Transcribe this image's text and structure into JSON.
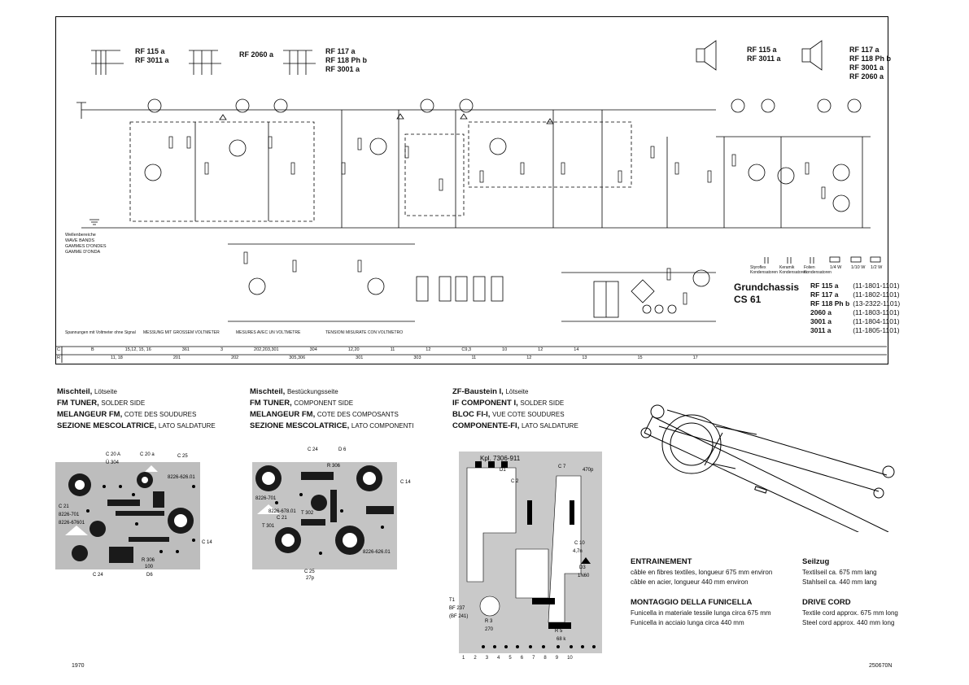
{
  "schematic": {
    "top_models_a": [
      "RF 115 a",
      "RF 3011 a"
    ],
    "top_models_b": [
      "RF 2060 a"
    ],
    "top_models_c": [
      "RF 117 a",
      "RF 118 Ph b",
      "RF 3001 a"
    ],
    "speaker_models_a": [
      "RF 115 a",
      "RF 3011 a"
    ],
    "speaker_models_b": [
      "RF 117 a",
      "RF 118 Ph b",
      "RF 3001 a",
      "RF 2060 a"
    ],
    "chassis_title": [
      "Grundchassis",
      "CS 61"
    ],
    "chassis_rows": [
      {
        "model": "RF 115 a",
        "code": "(11-1801-1101)"
      },
      {
        "model": "RF 117 a",
        "code": "(11-1802-1101)"
      },
      {
        "model": "RF 118 Ph b",
        "code": "(13-2322-1101)"
      },
      {
        "model": "2060 a",
        "code": "(11-1803-1101)"
      },
      {
        "model": "3001 a",
        "code": "(11-1804-1101)"
      },
      {
        "model": "3011 a",
        "code": "(11-1805-1101)"
      }
    ],
    "legend_labels": [
      "Styroflex Kondensatoren",
      "Keramik Kondensatoren",
      "Folien Kondensatoren",
      "1/4 W",
      "1/10 W",
      "1/2 W"
    ],
    "band_labels": [
      "Wellenbereiche",
      "WAVE BANDS",
      "GAMMES D'ONDES",
      "GAMME D'ONDA"
    ],
    "measure_notes": [
      "Spannungen mit Voltmeter ohne Signal",
      "MESSUNG MIT GROSSEM VOLTMETER",
      "MESURES AVEC UN VOLTMETRE",
      "TENSIONI MISURATE CON VOLTMETRO"
    ],
    "grid_row1": [
      "C",
      "B",
      "15,12, 15, 16",
      "361",
      "3",
      "202,203,301",
      "304",
      "12,20",
      "11",
      "12",
      "C9,3",
      "10",
      "12",
      "14"
    ],
    "grid_row2": [
      "R",
      "11, 18",
      "201",
      "202",
      "305,306",
      "301",
      "303",
      "11",
      "12",
      "13",
      "15",
      "17"
    ]
  },
  "sections": {
    "mischteil_solder": {
      "lines": [
        {
          "main": "Mischteil,",
          "sub": "Lötseite"
        },
        {
          "main": "FM TUNER,",
          "sub": "SOLDER SIDE"
        },
        {
          "main": "MELANGEUR FM,",
          "sub": "COTE DES SOUDURES"
        },
        {
          "main": "SEZIONE MESCOLATRICE,",
          "sub": "LATO SALDATURE"
        }
      ],
      "labels": [
        "C 20 A",
        "Ü 304",
        "C 20 a",
        "C 25",
        "8226-626.01",
        "8226-701",
        "C 21",
        "8226-67601",
        "C 14",
        "R 306",
        "100",
        "C 24",
        "D6"
      ]
    },
    "mischteil_component": {
      "lines": [
        {
          "main": "Mischteil,",
          "sub": "Bestückungsseite"
        },
        {
          "main": "FM TUNER,",
          "sub": "COMPONENT SIDE"
        },
        {
          "main": "MELANGEUR FM,",
          "sub": "COTE DES COMPOSANTS"
        },
        {
          "main": "SEZIONE MESCOLATRICE,",
          "sub": "LATO COMPONENTI"
        }
      ],
      "labels": [
        "C 24",
        "D 6",
        "R 306",
        "C 14",
        "8226-701",
        "8226-678.01",
        "C 21",
        "T 302",
        "8226-626.01",
        "C 25",
        "27p",
        "T 301"
      ]
    },
    "zf_solder": {
      "lines": [
        {
          "main": "ZF-Baustein I,",
          "sub": "Lötseite"
        },
        {
          "main": "IF COMPONENT I,",
          "sub": "SOLDER SIDE"
        },
        {
          "main": "BLOC FI-I,",
          "sub": "VUE COTE SOUDURES"
        },
        {
          "main": "COMPONENTE-FI,",
          "sub": "LATO SALDATURE"
        }
      ],
      "labels": [
        "Kpl. 7306-911",
        "D1",
        "C 2",
        "C 7",
        "470p",
        "C 10",
        "4,7n",
        "D3",
        "1N60",
        "T1",
        "BF 237",
        "(BF 241)",
        "R 3",
        "270",
        "R 5",
        "68 k"
      ],
      "pins": [
        "1",
        "2",
        "3",
        "4",
        "5",
        "6",
        "7",
        "8",
        "9",
        "10"
      ]
    }
  },
  "drive_cord": {
    "entrainement_title": "ENTRAINEMENT",
    "entrainement_lines": [
      "câble en fibres textiles, longueur 675 mm environ",
      "câble en acier, longueur 440 mm environ"
    ],
    "montaggio_title": "MONTAGGIO DELLA FUNICELLA",
    "montaggio_lines": [
      "Funicella in materiale tessile lunga circa 675 mm",
      "Funicella in acciaio lunga circa 440 mm"
    ],
    "seilzug_title": "Seilzug",
    "seilzug_lines": [
      "Textilseil ca. 675 mm lang",
      "Stahlseil ca. 440 mm lang"
    ],
    "drive_title": "DRIVE CORD",
    "drive_lines": [
      "Textile cord approx. 675 mm long",
      "Steel cord approx. 440 mm long"
    ]
  },
  "footer": {
    "left": "1970",
    "right": "250670N"
  }
}
